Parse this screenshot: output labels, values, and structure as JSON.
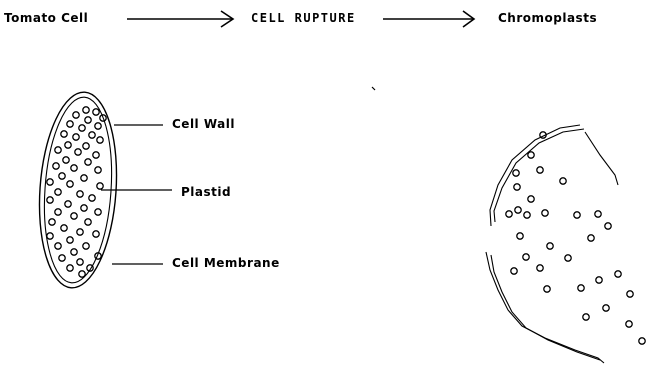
{
  "header": {
    "step1": "Tomato Cell",
    "step2": "CELL RUPTURE",
    "step3": "Chromoplasts"
  },
  "labels": {
    "cell_wall": "Cell Wall",
    "plastid": "Plastid",
    "cell_membrane": "Cell Membrane"
  },
  "colors": {
    "ink": "#000000",
    "background": "#ffffff"
  }
}
